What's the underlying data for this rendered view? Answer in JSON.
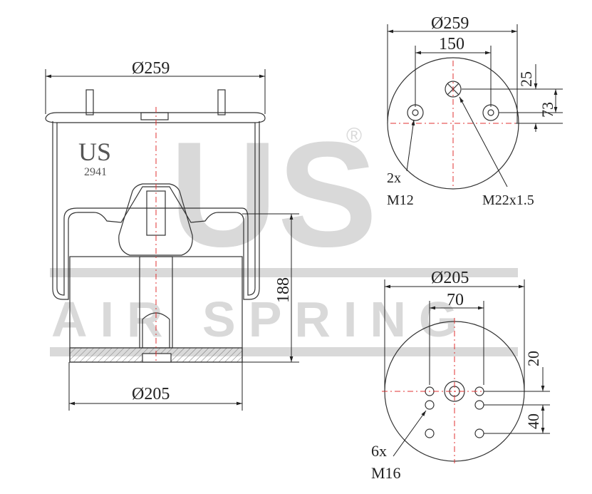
{
  "watermark": {
    "big": "US",
    "sub": "AIR SPRING",
    "reg": "®"
  },
  "brand": {
    "name": "US",
    "code": "2941"
  },
  "side_view": {
    "top_diameter": "Ø259",
    "bottom_diameter": "Ø205",
    "height": "188"
  },
  "top_plate": {
    "diameter": "Ø259",
    "bolt_spacing": "150",
    "offset_25": "25",
    "offset_73": "73",
    "stud_count": "2x",
    "stud_thread": "M12",
    "air_fitting": "M22x1.5"
  },
  "bottom_plate": {
    "diameter": "Ø205",
    "bolt_spacing": "70",
    "offset_20": "20",
    "offset_40": "40",
    "hole_count": "6x",
    "hole_thread": "M16"
  },
  "colors": {
    "line": "#333333",
    "centerline": "#e03030",
    "watermark": "#d9d9d9"
  }
}
